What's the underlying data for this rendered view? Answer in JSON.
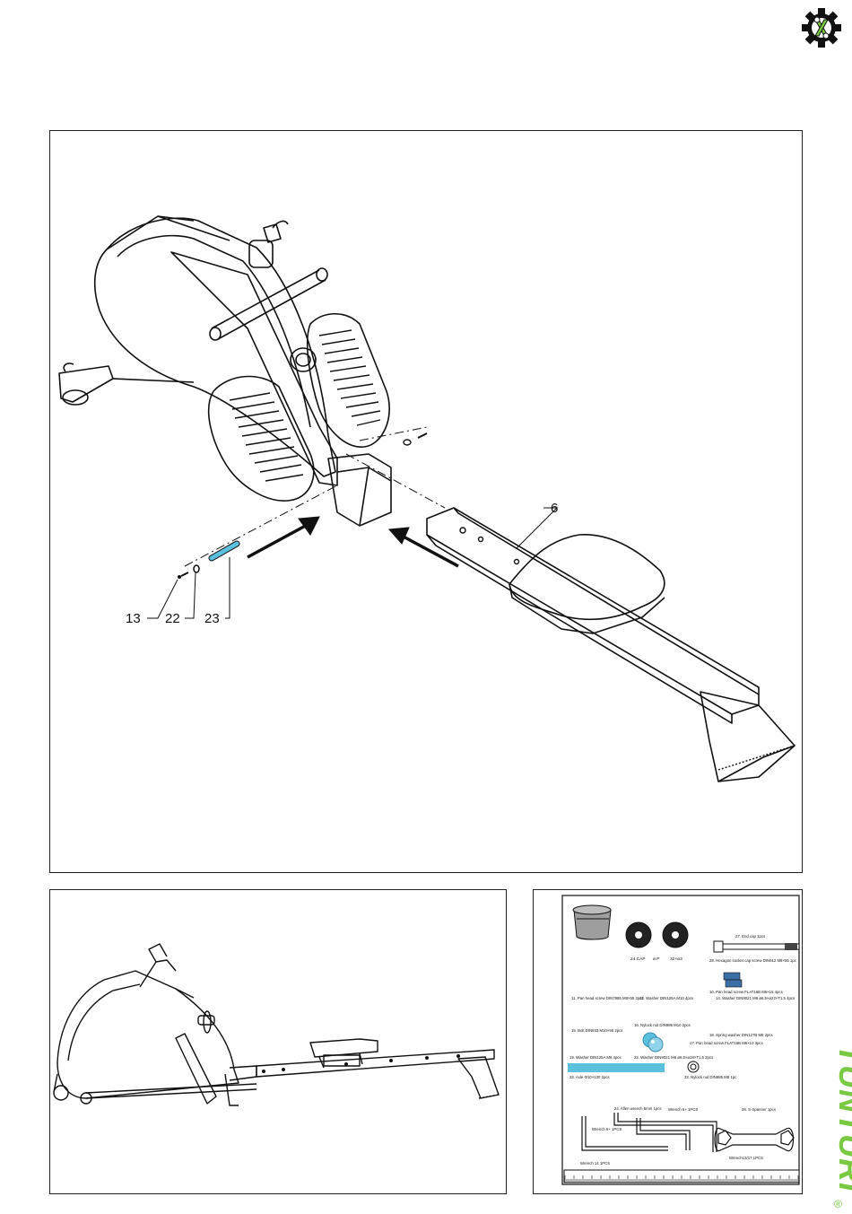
{
  "assembly": {
    "callouts": [
      "6",
      "13",
      "22",
      "23"
    ]
  },
  "parts": {
    "items": [
      {
        "id": "end-cap",
        "label": "27. End cap 1pcs"
      },
      {
        "id": "hex-socket",
        "label": "28. Hexagon socket cap screw DIN912 M8×55 1pc"
      },
      {
        "id": "pan-head-1",
        "label": "10. Pan head screw FLAT16B M6×15 4pcs"
      },
      {
        "id": "pan-head-2",
        "label": "11. Pan head screw DIN7985 M8×55 2pcs"
      },
      {
        "id": "washer-1",
        "label": "12. Washer DIN125A M10 4pcs"
      },
      {
        "id": "washer-2",
        "label": "14. Washer DIN9021 M6 ø6.5×ø22×T1.5 4pcs"
      },
      {
        "id": "bolt",
        "label": "15. Bolt DIN933 M10×55 2pcs"
      },
      {
        "id": "nylock-1",
        "label": "16. Nylock nut DIN985 M10 2pcs"
      },
      {
        "id": "spring-washer",
        "label": "18. Spring washer DIN127B M8 2pcs"
      },
      {
        "id": "washer-3",
        "label": "19. Washer DIN125A M6 4pcs"
      },
      {
        "id": "pan-head-3",
        "label": "17. Pan head screw FLAT16B M6×12 3pcs"
      },
      {
        "id": "washer-4",
        "label": "22. Washer DIN9021 M6 ø6.5×ø18×T1.5 2pcs"
      },
      {
        "id": "axle",
        "label": "23. Axle Φ10×130 2pcs"
      },
      {
        "id": "nylock-2",
        "label": "33. Nylock nut DIN985 M8 1pc"
      },
      {
        "id": "allen-1",
        "label": "24. Allen wrench 5mm 1pcs"
      },
      {
        "id": "wrench-6",
        "label": "Wrench 6+ 1PCS"
      },
      {
        "id": "wrench-6b",
        "label": "Wrench 6+ 1PCS"
      },
      {
        "id": "spanner",
        "label": "28. S-Spanner 1pcs"
      },
      {
        "id": "wrench-13",
        "label": "Wrench13/17 1PCS"
      },
      {
        "id": "wrench-14",
        "label": "Wrench 14 1PCS"
      }
    ],
    "cap_labels": [
      "24.CAP",
      "ø.P",
      "32×ø3"
    ]
  },
  "brand": {
    "name": "TUNTURI",
    "mark": "®"
  }
}
